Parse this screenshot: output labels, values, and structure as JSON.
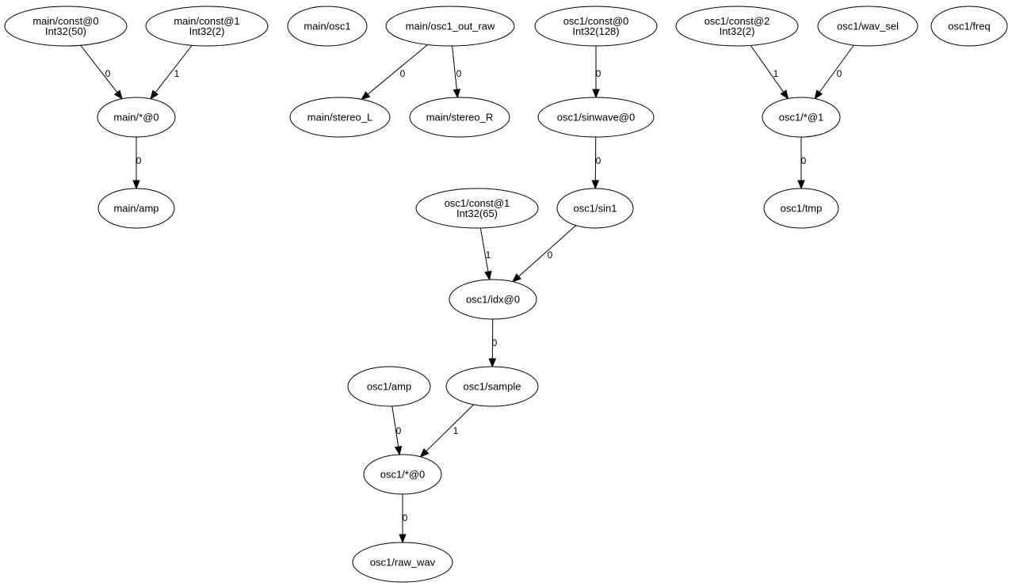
{
  "graph": {
    "nodes": [
      {
        "id": "main_const0",
        "lines": [
          "main/const@0",
          "Int32(50)"
        ]
      },
      {
        "id": "main_const1",
        "lines": [
          "main/const@1",
          "Int32(2)"
        ]
      },
      {
        "id": "main_osc1",
        "lines": [
          "main/osc1"
        ]
      },
      {
        "id": "main_osc1_out_raw",
        "lines": [
          "main/osc1_out_raw"
        ]
      },
      {
        "id": "osc1_const0",
        "lines": [
          "osc1/const@0",
          "Int32(128)"
        ]
      },
      {
        "id": "osc1_const2",
        "lines": [
          "osc1/const@2",
          "Int32(2)"
        ]
      },
      {
        "id": "osc1_wav_sel",
        "lines": [
          "osc1/wav_sel"
        ]
      },
      {
        "id": "osc1_freq",
        "lines": [
          "osc1/freq"
        ]
      },
      {
        "id": "main_mul0",
        "lines": [
          "main/*@0"
        ]
      },
      {
        "id": "main_stereo_L",
        "lines": [
          "main/stereo_L"
        ]
      },
      {
        "id": "main_stereo_R",
        "lines": [
          "main/stereo_R"
        ]
      },
      {
        "id": "osc1_sinwave0",
        "lines": [
          "osc1/sinwave@0"
        ]
      },
      {
        "id": "osc1_mul1",
        "lines": [
          "osc1/*@1"
        ]
      },
      {
        "id": "main_amp",
        "lines": [
          "main/amp"
        ]
      },
      {
        "id": "osc1_const1",
        "lines": [
          "osc1/const@1",
          "Int32(65)"
        ]
      },
      {
        "id": "osc1_sin1",
        "lines": [
          "osc1/sin1"
        ]
      },
      {
        "id": "osc1_tmp",
        "lines": [
          "osc1/tmp"
        ]
      },
      {
        "id": "osc1_idx0",
        "lines": [
          "osc1/idx@0"
        ]
      },
      {
        "id": "osc1_amp",
        "lines": [
          "osc1/amp"
        ]
      },
      {
        "id": "osc1_sample",
        "lines": [
          "osc1/sample"
        ]
      },
      {
        "id": "osc1_mul0",
        "lines": [
          "osc1/*@0"
        ]
      },
      {
        "id": "osc1_raw_wav",
        "lines": [
          "osc1/raw_wav"
        ]
      }
    ],
    "edges": [
      {
        "from": "main_const0",
        "to": "main_mul0",
        "label": "0"
      },
      {
        "from": "main_const1",
        "to": "main_mul0",
        "label": "1"
      },
      {
        "from": "main_mul0",
        "to": "main_amp",
        "label": "0"
      },
      {
        "from": "main_osc1_out_raw",
        "to": "main_stereo_L",
        "label": "0"
      },
      {
        "from": "main_osc1_out_raw",
        "to": "main_stereo_R",
        "label": "0"
      },
      {
        "from": "osc1_const0",
        "to": "osc1_sinwave0",
        "label": "0"
      },
      {
        "from": "osc1_sinwave0",
        "to": "osc1_sin1",
        "label": "0"
      },
      {
        "from": "osc1_const2",
        "to": "osc1_mul1",
        "label": "1"
      },
      {
        "from": "osc1_wav_sel",
        "to": "osc1_mul1",
        "label": "0"
      },
      {
        "from": "osc1_mul1",
        "to": "osc1_tmp",
        "label": "0"
      },
      {
        "from": "osc1_const1",
        "to": "osc1_idx0",
        "label": "1"
      },
      {
        "from": "osc1_sin1",
        "to": "osc1_idx0",
        "label": "0"
      },
      {
        "from": "osc1_idx0",
        "to": "osc1_sample",
        "label": "0"
      },
      {
        "from": "osc1_amp",
        "to": "osc1_mul0",
        "label": "0"
      },
      {
        "from": "osc1_sample",
        "to": "osc1_mul0",
        "label": "1"
      },
      {
        "from": "osc1_mul0",
        "to": "osc1_raw_wav",
        "label": "0"
      }
    ]
  }
}
